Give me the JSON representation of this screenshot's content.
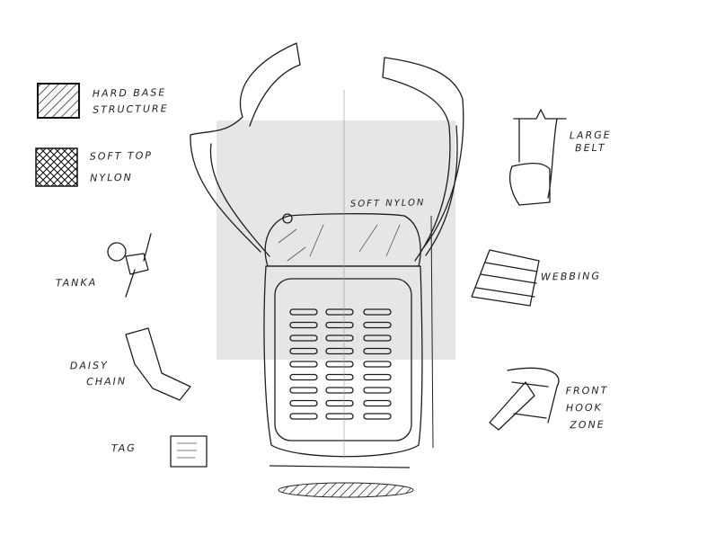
{
  "labels": {
    "hard_base": [
      "HARD BASE",
      "STRUCTURE"
    ],
    "soft_top": [
      "SOFT TOP",
      "NYLON"
    ],
    "large_belt": [
      "LARGE",
      "BELT"
    ],
    "webbing": "WEBBING",
    "tanka": "TANKA",
    "daisy_chain": [
      "DAISY",
      "CHAIN"
    ],
    "front_hook": [
      "FRONT",
      "HOOK",
      "ZONE"
    ],
    "tag": "TAG",
    "soft_nylon": "SOFT NYLON"
  },
  "colors": {
    "backdrop": "#e6e6e6",
    "ink": "#1e1e1e"
  }
}
